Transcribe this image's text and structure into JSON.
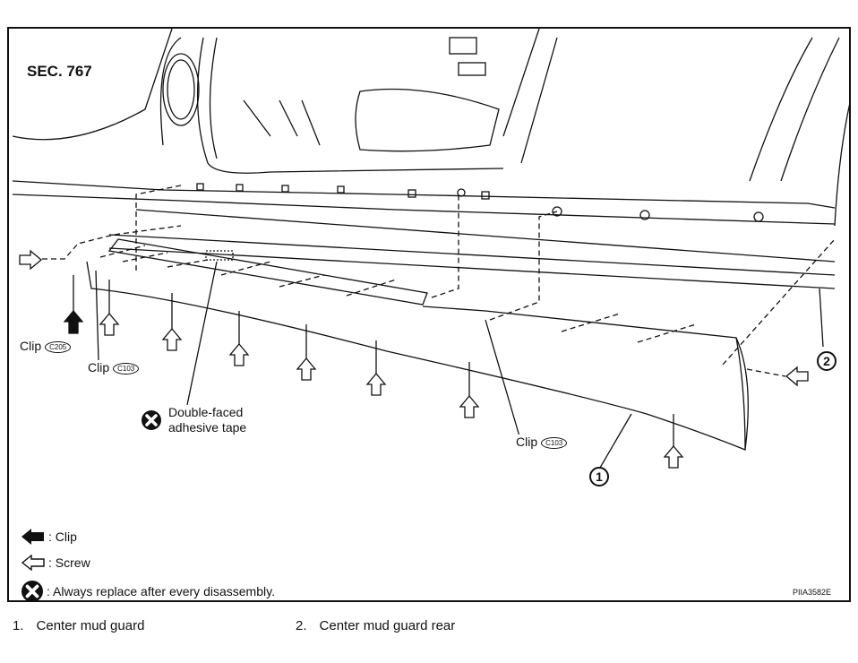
{
  "header": {
    "section": "SEC. 767"
  },
  "callouts": {
    "clip_c205": {
      "label": "Clip",
      "code": "C205"
    },
    "clip_c103_left": {
      "label": "Clip",
      "code": "C103"
    },
    "clip_c103_right": {
      "label": "Clip",
      "code": "C103"
    },
    "tape": {
      "line1": "Double-faced",
      "line2": "adhesive tape"
    },
    "part1_marker": "1",
    "part2_marker": "2"
  },
  "legend": [
    {
      "icon": "solid-arrow-icon",
      "text": ": Clip"
    },
    {
      "icon": "hollow-arrow-icon",
      "text": ": Screw"
    },
    {
      "icon": "x-circle-icon",
      "text": ": Always replace after every disassembly."
    }
  ],
  "figure_code": "PIIA3582E",
  "parts_list": [
    {
      "number": "1.",
      "name": "Center mud guard"
    },
    {
      "number": "2.",
      "name": "Center mud guard rear"
    }
  ]
}
